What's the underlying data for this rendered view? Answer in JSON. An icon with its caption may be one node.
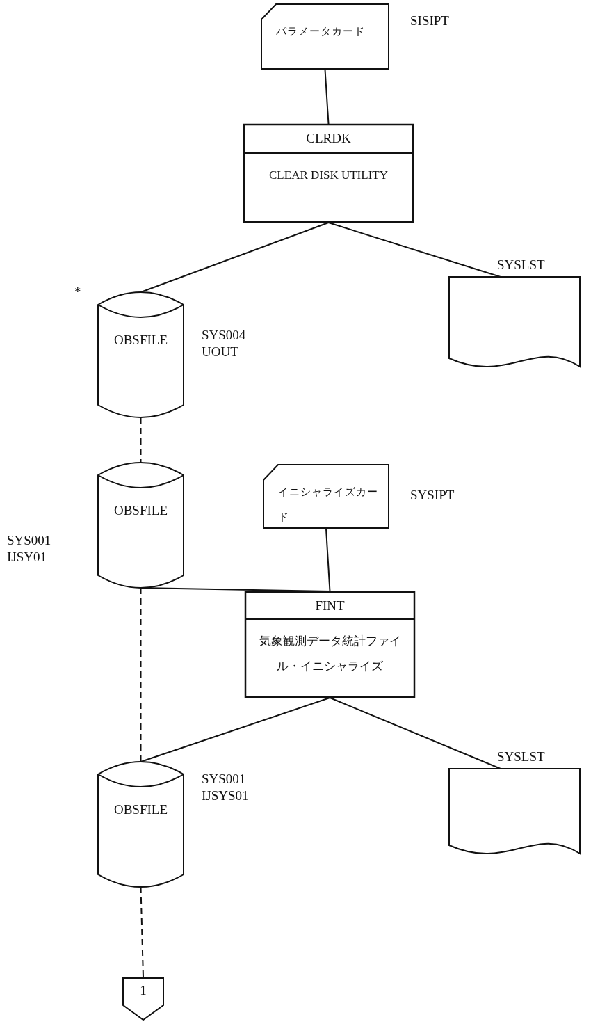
{
  "diagram": {
    "nodes": [
      {
        "text": [
          "パラメータカード"
        ],
        "beside": [
          "SISIPT"
        ]
      },
      {
        "text": [
          "CLRDK",
          "CLEAR DISK UTILITY"
        ]
      },
      {
        "text": [
          "OBSFILE"
        ],
        "beside": [
          "SYS004",
          "UOUT"
        ]
      },
      {
        "text": [
          "SYSLST"
        ]
      },
      {
        "text": [
          "OBSFILE"
        ],
        "beside": [
          "SYS001",
          "IJSY01"
        ]
      },
      {
        "text": [
          "イニシャライズカード"
        ],
        "beside": [
          "SYSIPT"
        ]
      },
      {
        "text": [
          "FINT",
          "気象観測データ統計ファイル・イニシャライズ"
        ]
      },
      {
        "text": [
          "OBSFILE"
        ],
        "beside": [
          "SYS001",
          "IJSYS01"
        ]
      },
      {
        "text": [
          "SYSLST"
        ]
      },
      {
        "text": [
          "1"
        ]
      }
    ],
    "edges": [
      {
        "from": 0,
        "to": 1,
        "arrow": "none"
      },
      {
        "from": 1,
        "to": 2,
        "arrow": "none"
      },
      {
        "from": 1,
        "to": 3,
        "arrow": "none"
      },
      {
        "from": 2,
        "to": 4,
        "arrow": "none",
        "style": "dashed"
      },
      {
        "from": 5,
        "to": 6,
        "arrow": "none"
      },
      {
        "from": 4,
        "to": 6,
        "arrow": "none"
      },
      {
        "from": 4,
        "to": 7,
        "arrow": "none",
        "style": "dashed"
      },
      {
        "from": 6,
        "to": 7,
        "arrow": "none"
      },
      {
        "from": 6,
        "to": 8,
        "arrow": "none"
      },
      {
        "from": 7,
        "to": 9,
        "arrow": "none",
        "style": "dashed"
      }
    ],
    "labels": [
      "*"
    ]
  }
}
